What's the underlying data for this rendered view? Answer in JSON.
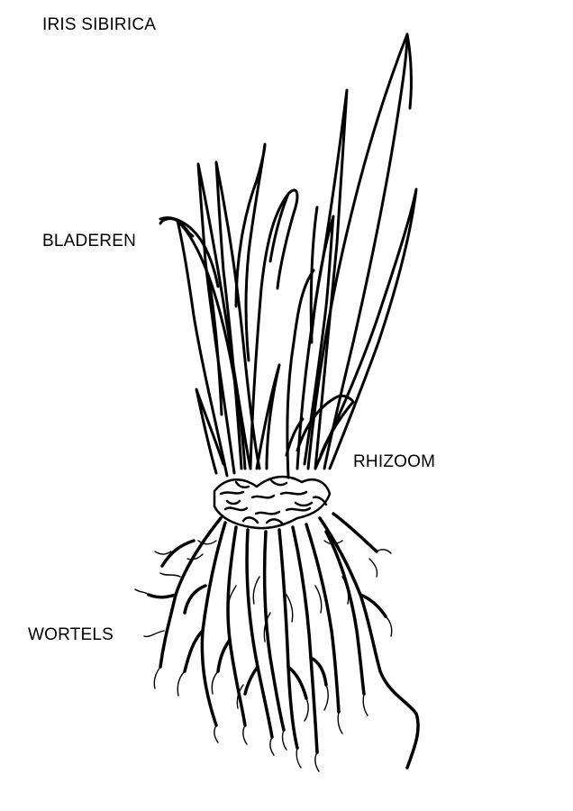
{
  "title": "IRIS SIBIRICA",
  "labels": {
    "leaves": "BLADEREN",
    "rhizome": "RHIZOOM",
    "roots": "WORTELS"
  },
  "colors": {
    "ink": "#000000",
    "background": "#ffffff"
  }
}
